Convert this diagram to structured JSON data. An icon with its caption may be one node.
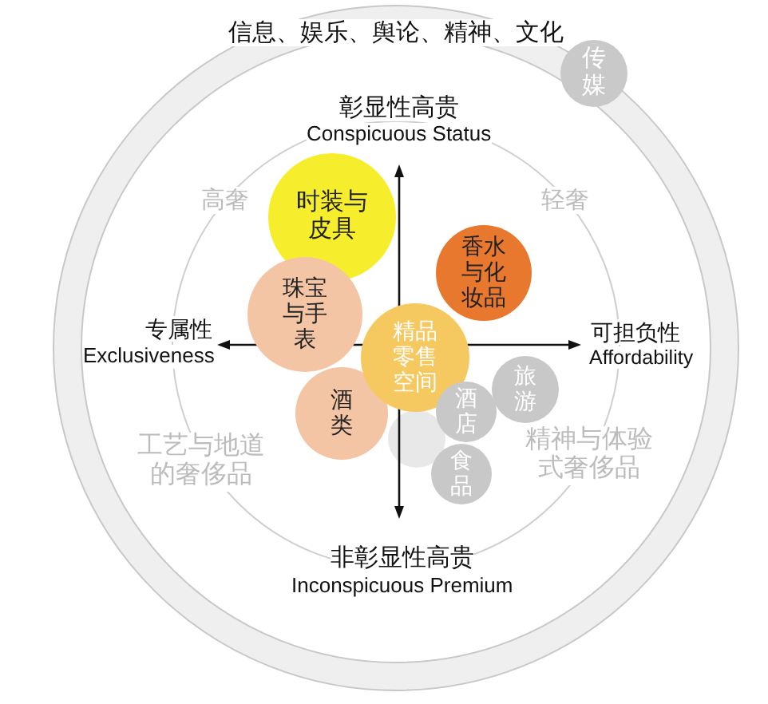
{
  "diagram": {
    "nodes": [
      {
        "text": [
          "信息、娱乐、舆论、精神、文化"
        ]
      },
      {
        "text": [
          "传媒"
        ],
        "in": 0
      },
      {
        "text": [
          "时装与皮具"
        ],
        "in": 0
      },
      {
        "text": [
          "香水与化妆品"
        ],
        "in": 0
      },
      {
        "text": [
          "珠宝与手表"
        ],
        "in": 0
      },
      {
        "text": [
          "精品零售空间"
        ],
        "in": 0
      },
      {
        "text": [
          "酒类"
        ],
        "in": 0
      },
      {
        "text": [
          "酒店"
        ],
        "in": 0
      },
      {
        "text": [
          "旅游"
        ],
        "in": 0
      },
      {
        "text": [],
        "shape": "circle",
        "in": 0
      },
      {
        "text": [
          "食品"
        ],
        "in": 0
      }
    ],
    "labels": [
      "彰显性高贵",
      "Conspicuous Status",
      "高奢",
      "轻奢",
      "专属性",
      "Exclusiveness",
      "可担负性",
      "Affordability",
      "工艺与地道的奢侈品",
      "精神与体验式奢侈品",
      "非彰显性高贵",
      "Inconspicuous Premium"
    ]
  }
}
